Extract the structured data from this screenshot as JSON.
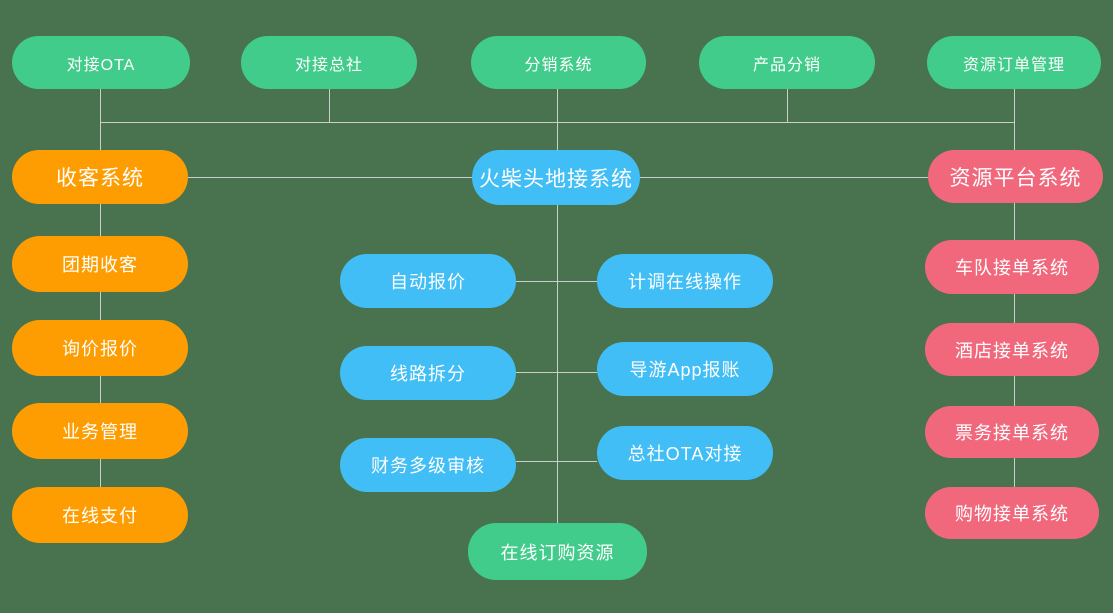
{
  "colors": {
    "background": "#49724E",
    "line": "#CBCFCB",
    "green": "#41CC8B",
    "orange": "#FE9D01",
    "blue": "#41BEF5",
    "pink": "#F1687C",
    "text": "#FFFFFF"
  },
  "top_row": [
    "对接OTA",
    "对接总社",
    "分销系统",
    "产品分销",
    "资源订单管理"
  ],
  "left_column": {
    "header": "收客系统",
    "items": [
      "团期收客",
      "询价报价",
      "业务管理",
      "在线支付"
    ]
  },
  "center": {
    "core": "火柴头地接系统",
    "features_left": [
      "自动报价",
      "线路拆分",
      "财务多级审核"
    ],
    "features_right": [
      "计调在线操作",
      "导游App报账",
      "总社OTA对接"
    ],
    "bottom": "在线订购资源"
  },
  "right_column": {
    "header": "资源平台系统",
    "items": [
      "车队接单系统",
      "酒店接单系统",
      "票务接单系统",
      "购物接单系统"
    ]
  }
}
